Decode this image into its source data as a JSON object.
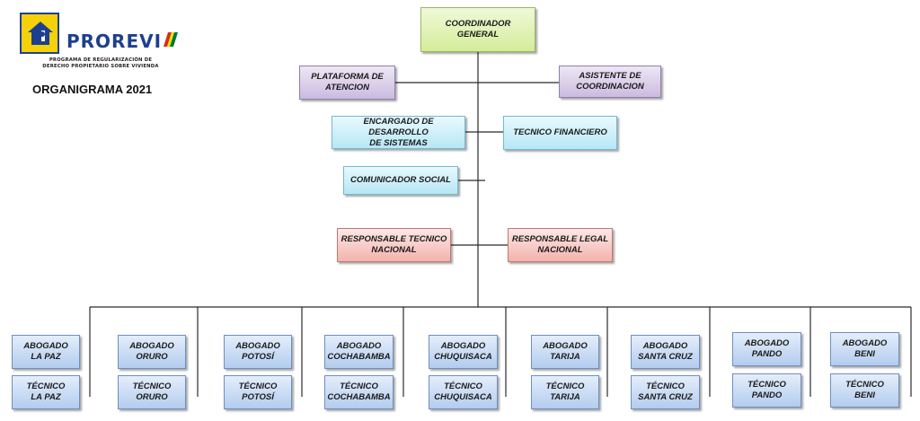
{
  "header": {
    "logo_text": "PROREVI",
    "logo_subtitle_1": "PROGRAMA DE REGULARIZACIÓN DE",
    "logo_subtitle_2": "DERECHO PROPIETARIO SOBRE VIVIENDA",
    "title": "ORGANIGRAMA 2021"
  },
  "nodes": {
    "coordinador": [
      "COORDINADOR",
      "GENERAL"
    ],
    "plataforma": [
      "PLATAFORMA DE",
      "ATENCION"
    ],
    "asistente": [
      "ASISTENTE DE",
      "COORDINACION"
    ],
    "encargado": [
      "ENCARGADO DE DESARROLLO",
      "DE SISTEMAS"
    ],
    "tecnico_financiero": [
      "TECNICO FINANCIERO"
    ],
    "comunicador": [
      "COMUNICADOR SOCIAL"
    ],
    "resp_tecnico": [
      "RESPONSABLE TECNICO",
      "NACIONAL"
    ],
    "resp_legal": [
      "RESPONSABLE LEGAL",
      "NACIONAL"
    ]
  },
  "departments": [
    {
      "abogado": [
        "ABOGADO",
        "LA PAZ"
      ],
      "tecnico": [
        "TÉCNICO",
        "LA PAZ"
      ]
    },
    {
      "abogado": [
        "ABOGADO",
        "ORURO"
      ],
      "tecnico": [
        "TÉCNICO",
        "ORURO"
      ]
    },
    {
      "abogado": [
        "ABOGADO",
        "POTOSÍ"
      ],
      "tecnico": [
        "TÉCNICO",
        "POTOSÍ"
      ]
    },
    {
      "abogado": [
        "ABOGADO",
        "COCHABAMBA"
      ],
      "tecnico": [
        "TÉCNICO",
        "COCHABAMBA"
      ]
    },
    {
      "abogado": [
        "ABOGADO",
        "CHUQUISACA"
      ],
      "tecnico": [
        "TÉCNICO",
        "CHUQUISACA"
      ]
    },
    {
      "abogado": [
        "ABOGADO",
        "TARIJA"
      ],
      "tecnico": [
        "TÉCNICO",
        "TARIJA"
      ]
    },
    {
      "abogado": [
        "ABOGADO",
        "SANTA CRUZ"
      ],
      "tecnico": [
        "TÉCNICO",
        "SANTA CRUZ"
      ]
    },
    {
      "abogado": [
        "ABOGADO",
        "PANDO"
      ],
      "tecnico": [
        "TÉCNICO",
        "PANDO"
      ]
    },
    {
      "abogado": [
        "ABOGADO",
        "BENI"
      ],
      "tecnico": [
        "TÉCNICO",
        "BENI"
      ]
    }
  ],
  "colors": {
    "line": "#2b2b2b",
    "logo_blue": "#1d3f8f",
    "logo_yellow": "#f5d10a"
  }
}
